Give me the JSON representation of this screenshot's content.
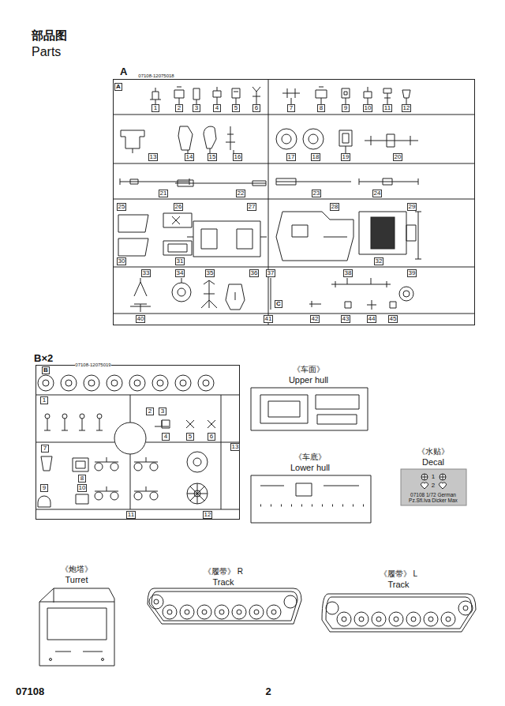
{
  "diagram": {
    "title": "部品图",
    "nodes": [
      {
        "text": [
          "A"
        ]
      },
      {
        "text": [
          "B×2"
        ]
      },
      {
        "text": [
          "《水贴》",
          "Decal"
        ]
      }
    ],
    "labels": [
      "Parts",
      "07108-12075018",
      "A",
      "1",
      "2",
      "3",
      "4",
      "5",
      "6",
      "7",
      "8",
      "9",
      "10",
      "11",
      "12",
      "13",
      "14",
      "15",
      "16",
      "17",
      "18",
      "19",
      "20",
      "21",
      "22",
      "23",
      "24",
      "25",
      "26",
      "27",
      "28",
      "29",
      "30",
      "31",
      "32",
      "33",
      "34",
      "35",
      "36",
      "37",
      "38",
      "39",
      "40",
      "41",
      "42",
      "43",
      "44",
      "45",
      "C",
      "07108-12075019",
      "B",
      "1",
      "2",
      "3",
      "4",
      "5",
      "6",
      "7",
      "8",
      "9",
      "10",
      "11",
      "12",
      "13",
      "《车面》",
      "Upper hull",
      "《车底》",
      "Lower hull",
      "1",
      "2",
      "07108 1/72 German Pz.Sfl.Iva Dicker Max",
      "《炮塔》",
      "Turret",
      "《履带》 R",
      "Track",
      "《履带》 L",
      "Track",
      "07108",
      "2"
    ]
  }
}
